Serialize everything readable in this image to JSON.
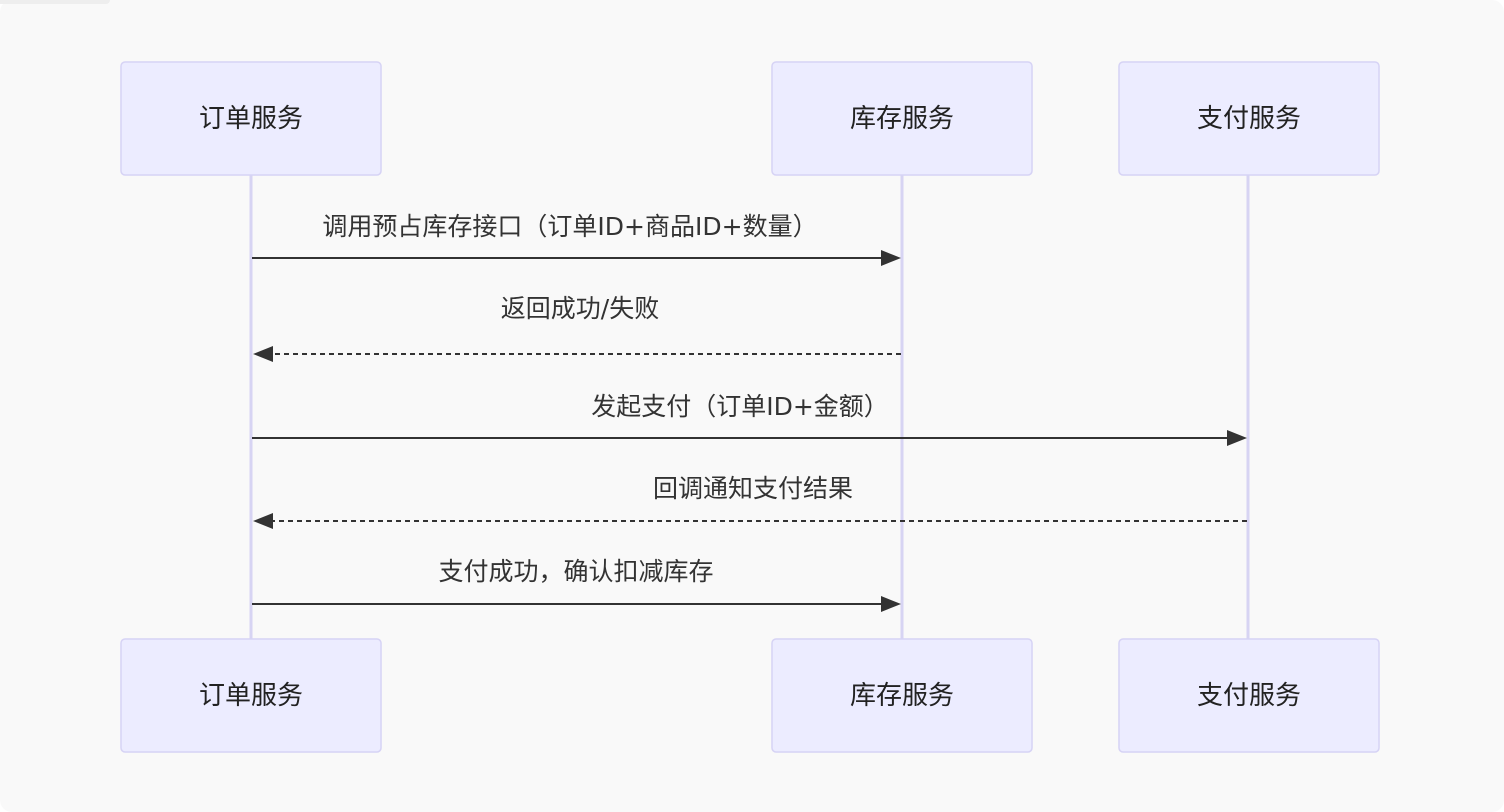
{
  "diagram": {
    "type": "sequence",
    "participants": [
      {
        "id": "order",
        "label": "订单服务"
      },
      {
        "id": "inventory",
        "label": "库存服务"
      },
      {
        "id": "payment",
        "label": "支付服务"
      }
    ],
    "messages": [
      {
        "from": "order",
        "to": "inventory",
        "label": "调用预占库存接口（订单ID+商品ID+数量）",
        "style": "solid"
      },
      {
        "from": "inventory",
        "to": "order",
        "label": "返回成功/失败",
        "style": "dashed"
      },
      {
        "from": "order",
        "to": "payment",
        "label": "发起支付（订单ID+金额）",
        "style": "solid"
      },
      {
        "from": "payment",
        "to": "order",
        "label": "回调通知支付结果",
        "style": "dashed"
      },
      {
        "from": "order",
        "to": "inventory",
        "label": "支付成功，确认扣减库存",
        "style": "solid"
      }
    ]
  },
  "colors": {
    "background": "#f9f9f9",
    "actor_fill": "#ececff",
    "actor_border": "#d6d3f5",
    "lifeline": "#d7d4f3",
    "message_line": "#333333"
  }
}
